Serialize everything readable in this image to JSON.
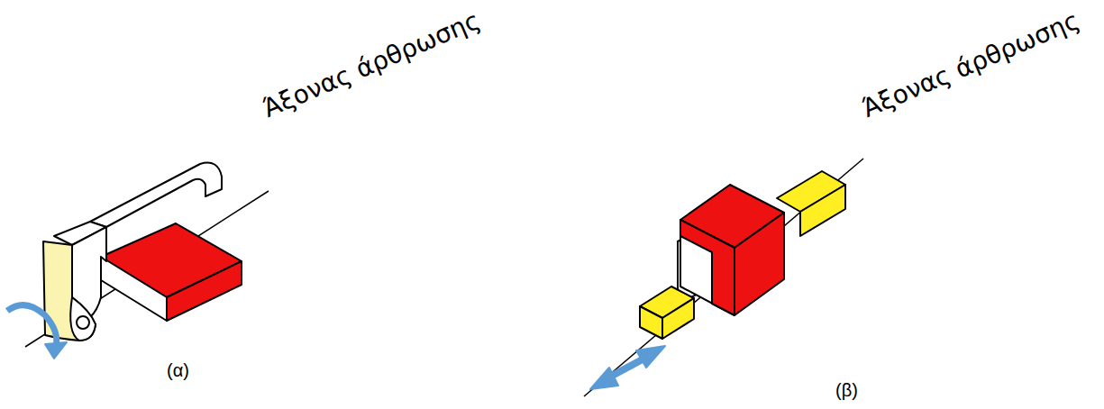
{
  "diagram": {
    "labels": [
      "Άξονας άρθρωσης",
      "(α)",
      "Άξονας άρθρωσης",
      "(β)"
    ]
  }
}
